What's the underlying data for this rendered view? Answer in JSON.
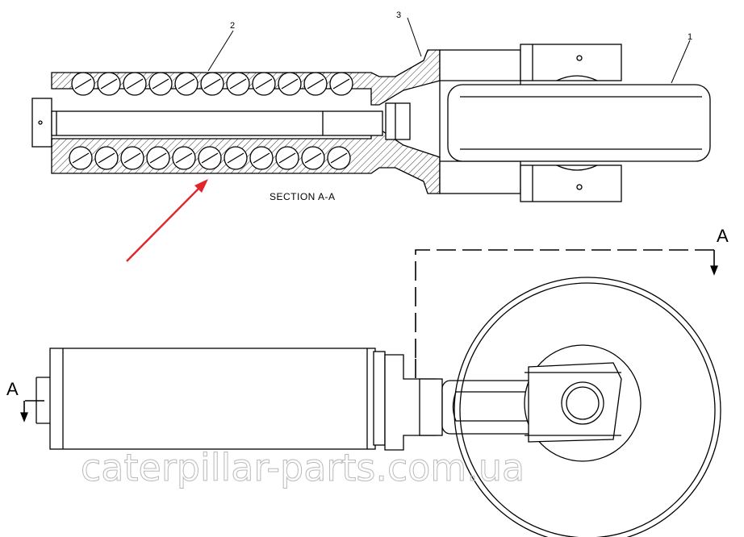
{
  "callouts": [
    "1",
    "2",
    "3"
  ],
  "section_caption": "SECTION A-A",
  "section_marker": "A",
  "watermark": "caterpillar-parts.com.ua",
  "colors": {
    "line": "#000000",
    "highlight_arrow": "#e0262a",
    "watermark": "#b9b9b9"
  }
}
